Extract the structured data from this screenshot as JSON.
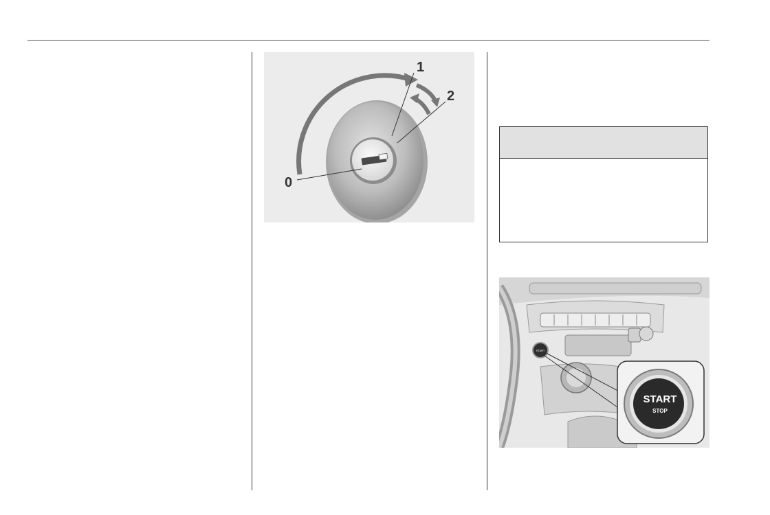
{
  "ignition_figure": {
    "positions": [
      "0",
      "1",
      "2"
    ]
  },
  "start_stop_figure": {
    "button_label_main": "START",
    "button_label_sub": "STOP"
  },
  "note_box": {
    "heading": "",
    "body": ""
  }
}
